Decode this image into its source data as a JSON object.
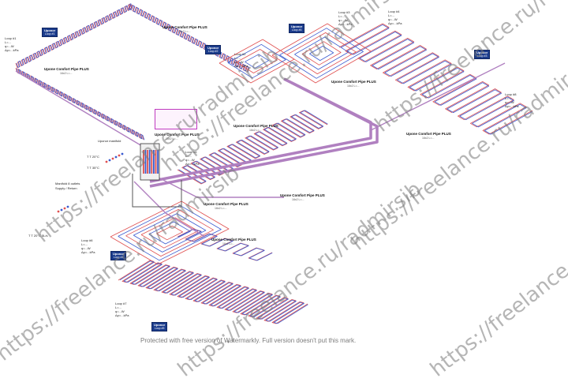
{
  "diagram": {
    "pipe_labels": [
      {
        "main": "Upone Comfort Pipe PLUS",
        "sub": "16x2 L=..."
      },
      {
        "main": "Upone Comfort Pipe PLUS",
        "sub": "16x2 L=..."
      },
      {
        "main": "Upone Comfort Pipe PLUS",
        "sub": "16x2 L=..."
      },
      {
        "main": "Upone Comfort Pipe PLUS",
        "sub": "16x2 L=..."
      },
      {
        "main": "Upone Comfort Pipe PLUS",
        "sub": "16x2 L=..."
      },
      {
        "main": "Upone Comfort Pipe PLUS",
        "sub": "16x2 L=..."
      },
      {
        "main": "Upone Comfort Pipe PLUS",
        "sub": "16x2 L=..."
      },
      {
        "main": "Upone Comfort Pipe PLUS",
        "sub": "16x2 L=..."
      },
      {
        "main": "Upone Comfort Pipe PLUS",
        "sub": "16x2 L=..."
      }
    ],
    "loop_notes": [
      {
        "title": "Loop #1",
        "lines": [
          "L=...",
          "q=...W",
          "Δp=...kPa"
        ]
      },
      {
        "title": "Loop #2",
        "lines": [
          "L=...",
          "q=...W",
          "Δp=...kPa"
        ]
      },
      {
        "title": "Loop #3",
        "lines": [
          "L=...",
          "q=...W",
          "Δp=...kPa"
        ]
      },
      {
        "title": "Loop #4",
        "lines": [
          "L=...",
          "q=...W",
          "Δp=...kPa"
        ]
      },
      {
        "title": "Loop #5",
        "lines": [
          "L=...",
          "q=...W",
          "Δp=...kPa"
        ]
      },
      {
        "title": "Loop #6",
        "lines": [
          "L=...",
          "q=...W",
          "Δp=...kPa"
        ]
      },
      {
        "title": "Loop #7",
        "lines": [
          "L=...",
          "q=...W",
          "Δp=...kPa"
        ]
      },
      {
        "title": "Loop #8",
        "lines": [
          "L=...",
          "q=...W",
          "Δp=...kPa"
        ]
      }
    ],
    "badges": [
      {
        "title": "Uponor",
        "sub": "Loop #1"
      },
      {
        "title": "Uponor",
        "sub": "Loop #2"
      },
      {
        "title": "Uponor",
        "sub": "Loop #3"
      },
      {
        "title": "Uponor",
        "sub": "Loop #4"
      },
      {
        "title": "Uponor",
        "sub": "Loop #5"
      },
      {
        "title": "Uponor",
        "sub": "Loop #6"
      }
    ],
    "manifold_notes": [
      "Uponor manifold",
      "T T 20°C",
      "T T 35°C",
      "Manifold 8 outlets",
      "Supply / Return",
      "T T 20°C  5L/s"
    ],
    "watermark_text": "https://freelance.ru/radmirsib",
    "footer_text": "Protected with free version of Watermarkly. Full version doesn't put this mark.",
    "colors": {
      "supply": "#e05050",
      "return": "#3a5bd0",
      "trunk": "#b080c0",
      "badge": "#1b3c8c"
    }
  }
}
